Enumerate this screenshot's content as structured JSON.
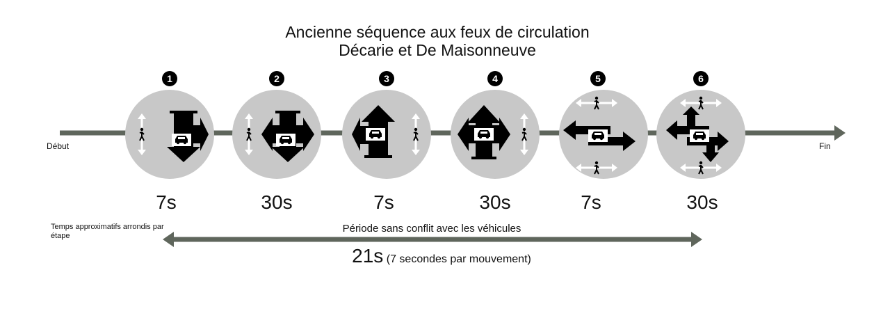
{
  "title": {
    "line1": "Ancienne séquence aux feux de circulation",
    "line2": "Décarie et De Maisonneuve"
  },
  "timeline": {
    "start_label": "Début",
    "end_label": "Fin"
  },
  "phases": [
    {
      "number": "1",
      "duration": "7s",
      "movement": "southbound-through-left",
      "pedestrian": "vertical-left"
    },
    {
      "number": "2",
      "duration": "30s",
      "movement": "southbound-all",
      "pedestrian": "vertical-left"
    },
    {
      "number": "3",
      "duration": "7s",
      "movement": "northbound-through-left",
      "pedestrian": "vertical-right"
    },
    {
      "number": "4",
      "duration": "30s",
      "movement": "northbound-all",
      "pedestrian": "vertical-right"
    },
    {
      "number": "5",
      "duration": "7s",
      "movement": "east-west",
      "pedestrian": "horizontal-top-bottom"
    },
    {
      "number": "6",
      "duration": "30s",
      "movement": "east-west-turns",
      "pedestrian": "horizontal-top-bottom"
    }
  ],
  "note": "Temps approximatifs arrondis par étape",
  "conflict_free": {
    "title": "Période sans conflit avec les véhicules",
    "value": "21s",
    "detail": "(7 secondes par mouvement)"
  },
  "colors": {
    "line": "#5f665c",
    "circle": "#c8c8c8",
    "arrow": "#000000",
    "ped_arrow": "#ffffff"
  },
  "icons": [
    "car-icon",
    "pedestrian-icon",
    "double-arrow-icon"
  ]
}
